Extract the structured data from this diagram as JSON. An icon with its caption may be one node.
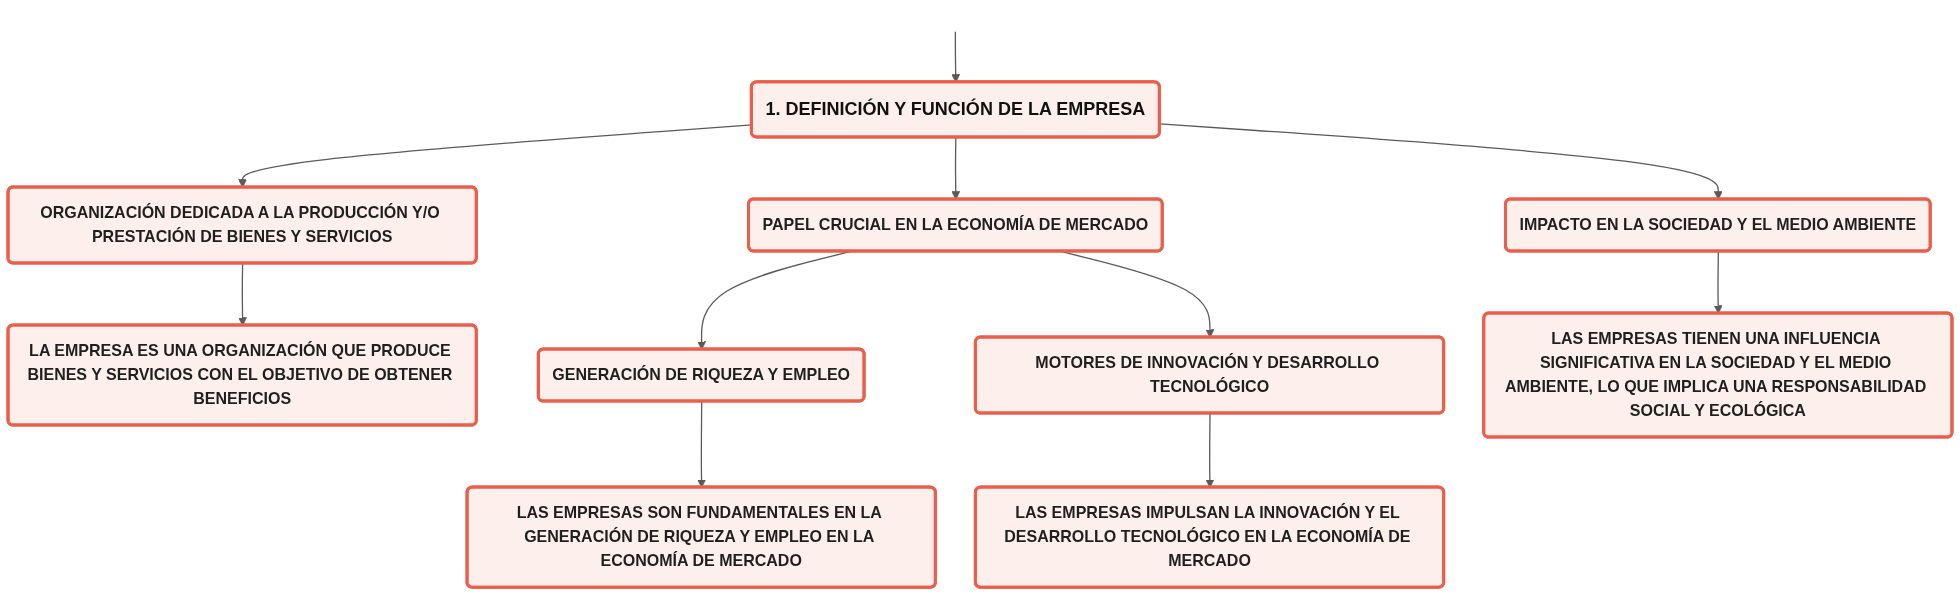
{
  "diagram": {
    "nodes": [
      {
        "text": [
          "1. DEFINICIÓN Y FUNCIÓN DE LA EMPRESA"
        ]
      },
      {
        "text": [
          "ORGANIZACIÓN DEDICADA A LA PRODUCCIÓN Y/O PRESTACIÓN DE BIENES Y SERVICIOS"
        ]
      },
      {
        "text": [
          "PAPEL CRUCIAL EN LA ECONOMÍA DE MERCADO"
        ]
      },
      {
        "text": [
          "IMPACTO EN LA SOCIEDAD Y EL MEDIO AMBIENTE"
        ]
      },
      {
        "text": [
          "LA EMPRESA ES UNA ORGANIZACIÓN QUE PRODUCE BIENES Y SERVICIOS CON EL OBJETIVO DE OBTENER BENEFICIOS"
        ]
      },
      {
        "text": [
          "GENERACIÓN DE RIQUEZA Y EMPLEO"
        ]
      },
      {
        "text": [
          "MOTORES DE INNOVACIÓN Y DESARROLLO TECNOLÓGICO"
        ]
      },
      {
        "text": [
          "LAS EMPRESAS TIENEN UNA INFLUENCIA SIGNIFICATIVA EN LA SOCIEDAD Y EL MEDIO AMBIENTE, LO QUE IMPLICA UNA RESPONSABILIDAD SOCIAL Y ECOLÓGICA"
        ]
      },
      {
        "text": [
          "LAS EMPRESAS SON FUNDAMENTALES EN LA GENERACIÓN DE RIQUEZA Y EMPLEO EN LA ECONOMÍA DE MERCADO"
        ]
      },
      {
        "text": [
          "LAS EMPRESAS IMPULSAN LA INNOVACIÓN Y EL DESARROLLO TECNOLÓGICO EN LA ECONOMÍA DE MERCADO"
        ]
      }
    ],
    "edges": [
      {
        "from": null,
        "to": 0,
        "arrow": "to"
      },
      {
        "from": 0,
        "to": 1,
        "arrow": "to"
      },
      {
        "from": 0,
        "to": 2,
        "arrow": "to"
      },
      {
        "from": 0,
        "to": 3,
        "arrow": "to"
      },
      {
        "from": 1,
        "to": 4,
        "arrow": "to"
      },
      {
        "from": 2,
        "to": 5,
        "arrow": "to"
      },
      {
        "from": 2,
        "to": 6,
        "arrow": "to"
      },
      {
        "from": 3,
        "to": 7,
        "arrow": "to"
      },
      {
        "from": 5,
        "to": 8,
        "arrow": "to"
      },
      {
        "from": 6,
        "to": 9,
        "arrow": "to"
      }
    ]
  }
}
